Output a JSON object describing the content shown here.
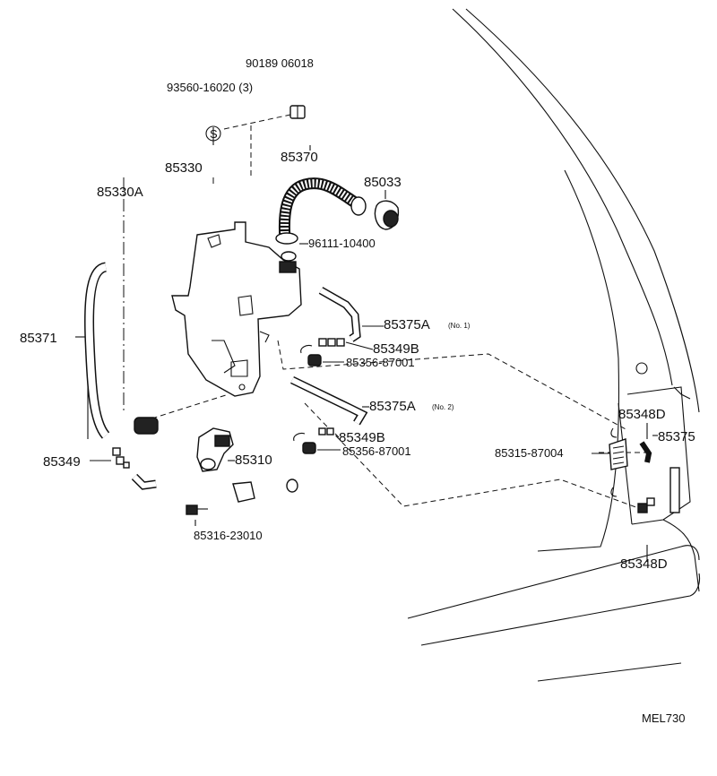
{
  "labels": {
    "p90189": "90189 06018",
    "p93560": "93560-16020 (3)",
    "s_mark": "S",
    "p85330": "85330",
    "p85330a": "85330A",
    "p85370": "85370",
    "p85033": "85033",
    "p96111": "96111-10400",
    "p85375a1": "85375A",
    "p85375a1_note": "(No. 1)",
    "p85349b_1": "85349B",
    "p85356_1": "85356-87001",
    "p85371": "85371",
    "p85375a2": "85375A",
    "p85375a2_note": "(No. 2)",
    "p85349b_2": "85349B",
    "p85356_2": "85356-87001",
    "p85349": "85349",
    "p85310": "85310",
    "p85316": "85316-23010",
    "p85348d_1": "85348D",
    "p85375": "85375",
    "p85315": "85315-87004",
    "p85348d_2": "85348D",
    "code": "MEL730"
  }
}
